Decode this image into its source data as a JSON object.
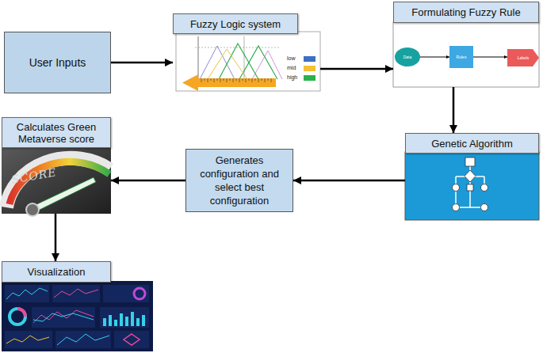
{
  "diagram": {
    "nodes": [
      {
        "text": [
          "User Inputs"
        ]
      },
      {
        "text": [
          "Fuzzy Logic system"
        ]
      },
      {
        "text": [
          "Formulating Fuzzy Rule"
        ]
      },
      {
        "text": [
          "Data"
        ],
        "in": 2
      },
      {
        "text": [
          "Rules"
        ],
        "in": 2
      },
      {
        "text": [
          "Labels"
        ],
        "in": 2
      },
      {
        "text": [
          "Genetic Algorithm"
        ]
      },
      {
        "text": [
          "Generates configuration and select best configuration"
        ]
      },
      {
        "text": [
          "Calculates Green Metaverse score"
        ]
      },
      {
        "text": [
          "Visualization"
        ]
      }
    ],
    "edges": [
      {
        "from": 0,
        "to": 1,
        "arrow": "to"
      },
      {
        "from": 1,
        "to": 2,
        "arrow": "to"
      },
      {
        "from": 2,
        "to": 6,
        "arrow": "to"
      },
      {
        "from": 3,
        "to": 4,
        "arrow": "to"
      },
      {
        "from": 4,
        "to": 5,
        "arrow": "to"
      },
      {
        "from": 6,
        "to": 7,
        "arrow": "to"
      },
      {
        "from": 7,
        "to": 8,
        "arrow": "to"
      },
      {
        "from": 8,
        "to": 9,
        "arrow": "to"
      }
    ],
    "labels": [
      "SCORE"
    ],
    "legend": [
      {
        "text": "low",
        "color": "#3f6fc4"
      },
      {
        "text": "mid",
        "color": "#f2c232"
      },
      {
        "text": "high",
        "color": "#2bb14c"
      }
    ]
  }
}
